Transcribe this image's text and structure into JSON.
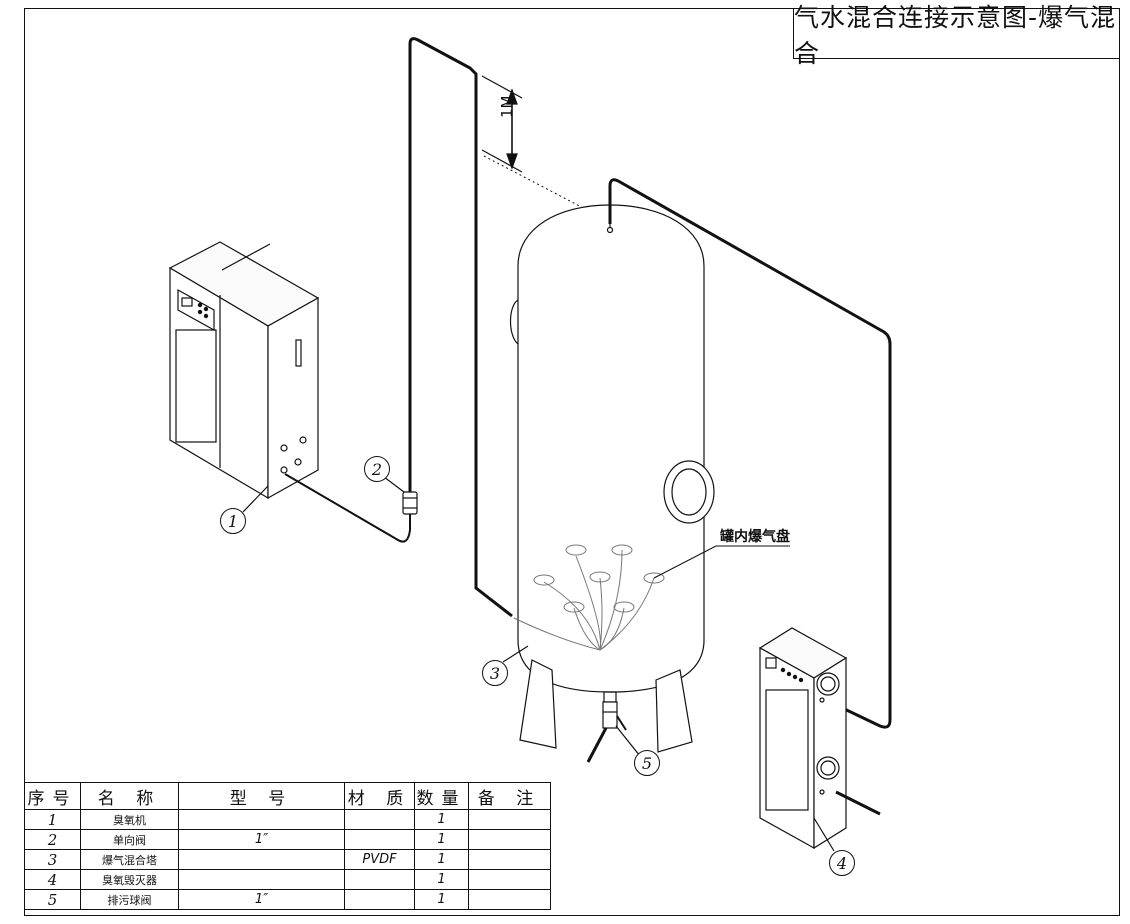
{
  "title": "气水混合连接示意图-爆气混合",
  "dimension_label": "1M",
  "callout_disc": "罐内爆气盘",
  "part_markers": [
    "1",
    "2",
    "3",
    "4",
    "5"
  ],
  "table": {
    "headers": [
      "序号",
      "名 称",
      "型 号",
      "材 质",
      "数量",
      "备 注"
    ],
    "rows": [
      {
        "no": "1",
        "name": "臭氧机",
        "model": "",
        "material": "",
        "qty": "1",
        "remark": ""
      },
      {
        "no": "2",
        "name": "单向阀",
        "model": "1″",
        "material": "",
        "qty": "1",
        "remark": ""
      },
      {
        "no": "3",
        "name": "爆气混合塔",
        "model": "",
        "material": "PVDF",
        "qty": "1",
        "remark": ""
      },
      {
        "no": "4",
        "name": "臭氧毁灭器",
        "model": "",
        "material": "",
        "qty": "1",
        "remark": ""
      },
      {
        "no": "5",
        "name": "排污球阀",
        "model": "1″",
        "material": "",
        "qty": "1",
        "remark": ""
      }
    ]
  }
}
